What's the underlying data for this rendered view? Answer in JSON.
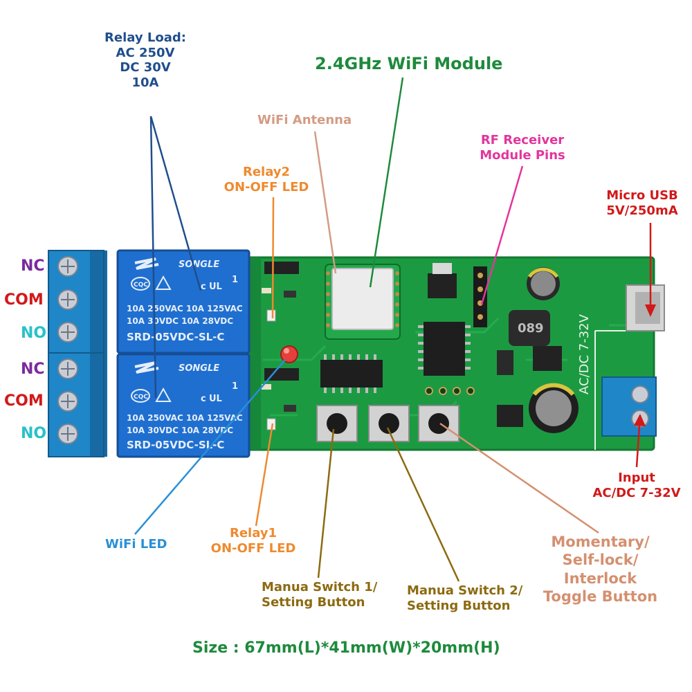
{
  "colors": {
    "pcb": "#1c9a42",
    "pcb_dark": "#137a32",
    "relay": "#1f6fd0",
    "terminal": "#1f86c8",
    "relay_label_blue": "#1f4e8c",
    "wifi_module_green": "#1e8a3c",
    "antenna_tan": "#d49b84",
    "rf_pink": "#e3359c",
    "led_orange": "#ee8a2e",
    "power_red": "#d11919",
    "wifi_led_blue": "#2a8fd6",
    "switch_gold": "#8c6a10",
    "toggle_salmon": "#d4906f"
  },
  "labels": {
    "relay_load": [
      "Relay Load:",
      "AC 250V",
      "DC 30V",
      "10A"
    ],
    "wifi_module": "2.4GHz WiFi Module",
    "wifi_antenna": "WiFi Antenna",
    "rf_receiver": [
      "RF Receiver",
      "Module Pins"
    ],
    "relay2_led": [
      "Relay2",
      "ON-OFF LED"
    ],
    "micro_usb": [
      "Micro USB",
      "5V/250mA"
    ],
    "input": [
      "Input",
      "AC/DC 7-32V"
    ],
    "wifi_led": "WiFi LED",
    "relay1_led": [
      "Relay1",
      "ON-OFF LED"
    ],
    "manual_switch1": [
      "Manua Switch 1/",
      "Setting Button"
    ],
    "manual_switch2": [
      "Manua Switch 2/",
      "Setting Button"
    ],
    "toggle_button": [
      "Momentary/",
      "Self-lock/",
      "Interlock",
      "Toggle Button"
    ],
    "size": "Size : 67mm(L)*41mm(W)*20mm(H)"
  },
  "terminal_pins": {
    "nc": "NC",
    "com": "COM",
    "no": "NO"
  },
  "board_print": {
    "relay_brand": "SONGLE",
    "relay_rating_line1": "10A 250VAC  10A 125VAC",
    "relay_rating_line2": "10A 30VDC  10A 28VDC",
    "relay_model": "SRD-05VDC-SL-C",
    "relay_cqc": "CQC",
    "pcb_voltage": "AC/DC 7-32V",
    "inductor": "089"
  },
  "icons": {
    "relay_cert": "ul-cert-icon",
    "relay_warning": "warning-triangle-icon"
  }
}
